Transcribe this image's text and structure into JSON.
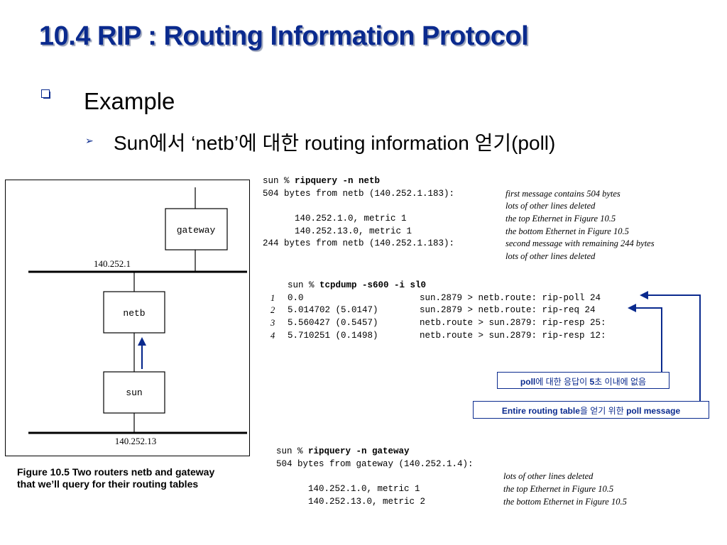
{
  "slide": {
    "title": "10.4 RIP : Routing Information Protocol",
    "bullet1": "Example",
    "bullet2": "Sun에서 ‘netb’에 대한 routing information 얻기(poll)"
  },
  "figure": {
    "gateway_label": "gateway",
    "netb_label": "netb",
    "sun_label": "sun",
    "net1_label": "140.252.1",
    "net2_label": "140.252.13",
    "caption": "Figure 10.5 Two routers netb and gateway that we’ll query for their routing tables"
  },
  "block1": {
    "prompt": "sun % ",
    "command": "ripquery -n netb",
    "lines": [
      "504 bytes from netb (140.252.1.183):",
      "",
      "      140.252.1.0, metric 1",
      "      140.252.13.0, metric 1",
      "244 bytes from netb (140.252.1.183):"
    ],
    "notes": [
      "first message contains 504 bytes",
      "lots of other lines deleted",
      "the top Ethernet in Figure 10.5",
      "the bottom Ethernet in Figure 10.5",
      "second message with remaining 244 bytes",
      "lots of other lines deleted"
    ]
  },
  "block2": {
    "prompt": "sun % ",
    "command": "tcpdump -s600 -i sl0",
    "rows": [
      {
        "n": "1",
        "time": "0.0",
        "msg": "sun.2879 > netb.route: rip-poll 24"
      },
      {
        "n": "2",
        "time": "5.014702 (5.0147)",
        "msg": "sun.2879 > netb.route: rip-req 24"
      },
      {
        "n": "3",
        "time": "5.560427 (0.5457)",
        "msg": "netb.route > sun.2879: rip-resp 25:"
      },
      {
        "n": "4",
        "time": "5.710251 (0.1498)",
        "msg": "netb.route > sun.2879: rip-resp 12:"
      }
    ]
  },
  "callouts": {
    "c1_bold": "poll",
    "c1_rest1": "에 대한 응답이 ",
    "c1_bold2": "5",
    "c1_rest2": "초 이내에 없음",
    "c2_bold": "Entire routing table",
    "c2_rest": "을 얻기 위한 ",
    "c2_bold2": "poll message"
  },
  "block3": {
    "prompt": "sun % ",
    "command": "ripquery -n gateway",
    "lines": [
      "504 bytes from gateway (140.252.1.4):",
      "",
      "      140.252.1.0, metric 1",
      "      140.252.13.0, metric 2"
    ],
    "notes": [
      "lots of other lines deleted",
      "the top Ethernet in Figure 10.5",
      "the bottom Ethernet in Figure 10.5"
    ]
  },
  "colors": {
    "title": "#0a2a8e",
    "accent": "#0a2a8e"
  }
}
